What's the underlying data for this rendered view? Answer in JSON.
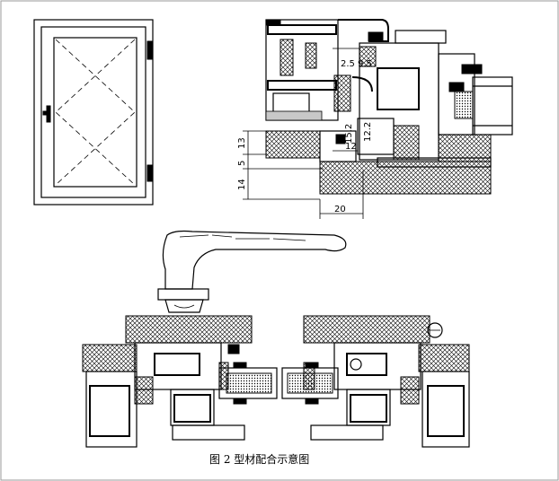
{
  "caption": "图 2  型材配合示意图",
  "dimensions": {
    "d_2_5": "2.5",
    "d_9_5": "9.5",
    "d_15_2": "15.2",
    "d_12_2": "12.2",
    "d_12": "12",
    "d_13": "13",
    "d_5": "5",
    "d_14": "14",
    "d_20": "20"
  }
}
